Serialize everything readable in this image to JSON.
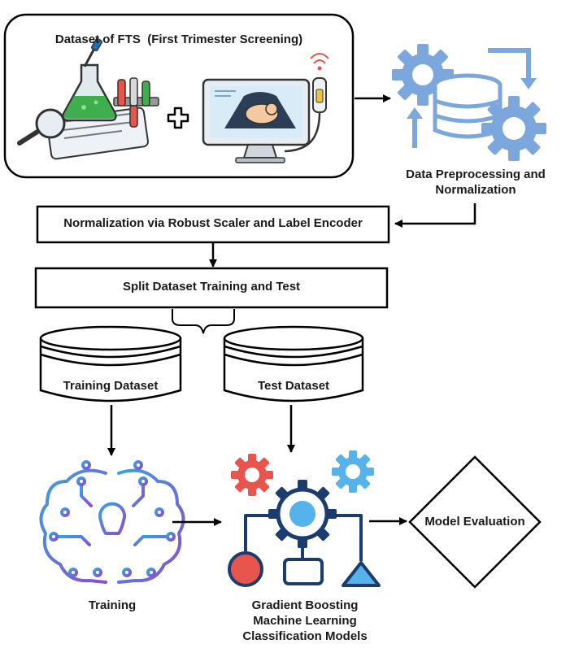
{
  "diagram": {
    "dataset_title": "Dataset of FTS  (First Trimester Screening)",
    "preprocessing_label": [
      "Data Preprocessing and",
      "Normalization"
    ],
    "normalization_step": "Normalization via Robust Scaler and Label Encoder",
    "split_step": "Split Dataset Training and Test",
    "training_dataset": "Training Dataset",
    "test_dataset": "Test Dataset",
    "training_label": "Training",
    "models_label": [
      "Gradient Boosting",
      "Machine Learning",
      "Classification Models"
    ],
    "evaluation_label": "Model Evaluation"
  },
  "colors": {
    "gear_blue": "#7ba7dc",
    "brain_start": "#3aa0e0",
    "brain_end": "#8a4fd0",
    "gear_red": "#e8554d",
    "gear_light_blue": "#55b2ea",
    "node_navy": "#1b3c6e"
  },
  "icons": [
    "lab-equipment-icon",
    "ultrasound-monitor-icon",
    "gears-database-icon",
    "database-icon",
    "brain-circuit-icon",
    "ml-model-icon"
  ]
}
